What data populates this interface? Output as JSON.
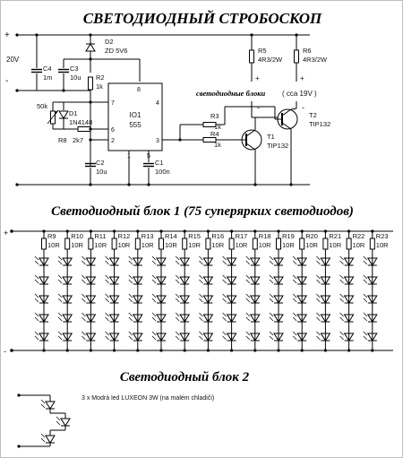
{
  "title": "СВЕТОДИОДНЫЙ  СТРОБОСКОП",
  "top_circuit": {
    "supply": {
      "plus": "+",
      "voltage": "20V",
      "minus": "-"
    },
    "leds_label": "светодиодные  блоки",
    "leds_voltage": "( cca 19V )",
    "ic": {
      "name": "IO1",
      "type": "555",
      "pins": [
        "8",
        "4",
        "7",
        "6",
        "2",
        "3",
        "1",
        "5"
      ]
    },
    "components": [
      {
        "ref": "C4",
        "value": "1m"
      },
      {
        "ref": "C3",
        "value": "10u"
      },
      {
        "ref": "D2",
        "value": "ZD 5V6"
      },
      {
        "ref": "R2",
        "value": "1k"
      },
      {
        "ref": "D1",
        "value": "1N4148"
      },
      {
        "ref": "pot",
        "value": "50k"
      },
      {
        "ref": "R8",
        "value": "2k7"
      },
      {
        "ref": "C2",
        "value": "10u"
      },
      {
        "ref": "C1",
        "value": "100n"
      },
      {
        "ref": "R5",
        "value": "4R3/2W"
      },
      {
        "ref": "R6",
        "value": "4R3/2W"
      },
      {
        "ref": "R3",
        "value": "1k"
      },
      {
        "ref": "R4",
        "value": "1k"
      },
      {
        "ref": "T1",
        "value": "TIP132"
      },
      {
        "ref": "T2",
        "value": "TIP132"
      }
    ],
    "plus_markers": [
      "+",
      "+"
    ],
    "minus_markers": [
      "-",
      "-"
    ]
  },
  "block1": {
    "heading": "Светодиодный блок 1 (75 суперяркиx светодиодов)",
    "resistors": [
      {
        "ref": "R9",
        "value": "10R"
      },
      {
        "ref": "R10",
        "value": "10R"
      },
      {
        "ref": "R11",
        "value": "10R"
      },
      {
        "ref": "R12",
        "value": "10R"
      },
      {
        "ref": "R13",
        "value": "10R"
      },
      {
        "ref": "R14",
        "value": "10R"
      },
      {
        "ref": "R15",
        "value": "10R"
      },
      {
        "ref": "R16",
        "value": "10R"
      },
      {
        "ref": "R17",
        "value": "10R"
      },
      {
        "ref": "R18",
        "value": "10R"
      },
      {
        "ref": "R19",
        "value": "10R"
      },
      {
        "ref": "R20",
        "value": "10R"
      },
      {
        "ref": "R21",
        "value": "10R"
      },
      {
        "ref": "R22",
        "value": "10R"
      },
      {
        "ref": "R23",
        "value": "10R"
      }
    ],
    "leds_per_string": 5
  },
  "block2": {
    "heading": "Светодиодный блок 2",
    "note": "3 x Modrá led LUXEON 3W (na malém chladiči)",
    "led_count": 3
  },
  "colors": {
    "ink": "#000000",
    "background": "#ffffff"
  }
}
